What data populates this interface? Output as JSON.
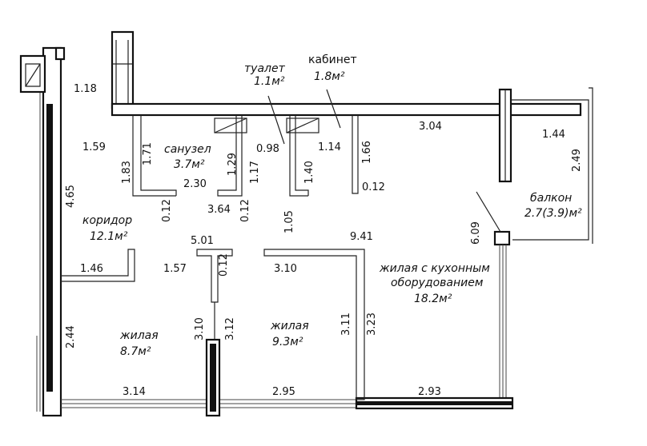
{
  "rooms": {
    "toilet": {
      "name": "туалет",
      "area": "1.1м²"
    },
    "cabinet": {
      "name": "кабинет",
      "area": "1.8м²"
    },
    "bathroom": {
      "name": "санузел",
      "area": "3.7м²"
    },
    "corridor": {
      "name": "коридор",
      "area": "12.1м²"
    },
    "balcony": {
      "name": "балкон",
      "area": "2.7(3.9)м²"
    },
    "living_kitchen": {
      "line1": "жилая с кухонным",
      "line2": "оборудованием",
      "area": "18.2м²"
    },
    "living_left": {
      "name": "жилая",
      "area": "8.7м²"
    },
    "living_mid": {
      "name": "жилая",
      "area": "9.3м²"
    }
  },
  "dims": {
    "d118": "1.18",
    "d159": "1.59",
    "d183": "1.83",
    "d171": "1.71",
    "d465": "4.65",
    "d230": "2.30",
    "d129": "1.29",
    "d117": "1.17",
    "d098": "0.98",
    "d114": "1.14",
    "d140": "1.40",
    "d166": "1.66",
    "d012a": "0.12",
    "d304": "3.04",
    "d144": "1.44",
    "d249": "2.49",
    "d012b": "0.12",
    "d364": "3.64",
    "d012c": "0.12",
    "d105": "1.05",
    "d941": "9.41",
    "d609": "6.09",
    "d501": "5.01",
    "d157": "1.57",
    "d012d": "0.12",
    "d310a": "3.10",
    "d146": "1.46",
    "d311": "3.11",
    "d323": "3.23",
    "d310b": "3.10",
    "d312": "3.12",
    "d244": "2.44",
    "d314": "3.14",
    "d295": "2.95",
    "d293": "2.93"
  }
}
